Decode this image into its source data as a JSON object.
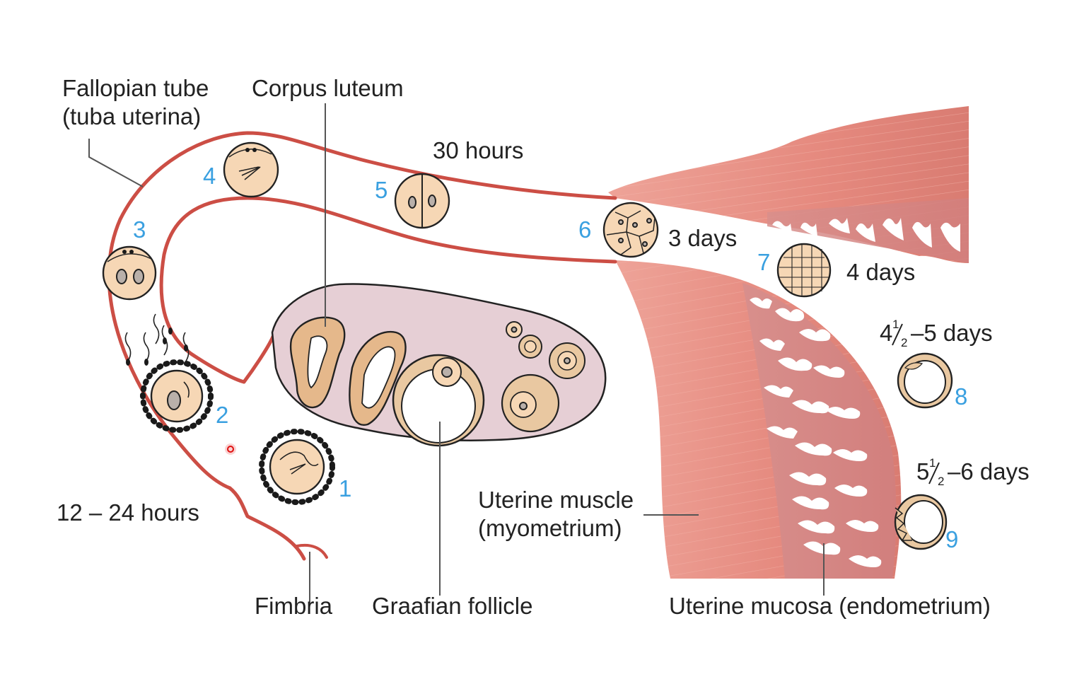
{
  "labels": {
    "fallopian_tube_line1": "Fallopian tube",
    "fallopian_tube_line2": "(tuba uterina)",
    "corpus_luteum": "Corpus luteum",
    "thirty_hours": "30 hours",
    "three_days": "3 days",
    "four_days": "4 days",
    "four_half_days_whole": "4",
    "four_half_days_rest": "–5 days",
    "five_half_days_whole": "5",
    "five_half_days_rest": "–6 days",
    "twelve_hours": "12 – 24 hours",
    "uterine_muscle_line1": "Uterine muscle",
    "uterine_muscle_line2": "(myometrium)",
    "fimbria": "Fimbria",
    "graafian_follicle": "Graafian follicle",
    "uterine_mucosa": "Uterine mucosa (endometrium)",
    "fraction_num": "1",
    "fraction_den": "2"
  },
  "stages": [
    "1",
    "2",
    "3",
    "4",
    "5",
    "6",
    "7",
    "8",
    "9"
  ],
  "colors": {
    "stage_number": "#3aa0e0",
    "tube_wall": "#cc4e45",
    "uterus_muscle": "#e08a80",
    "ovary": "#e6cfd5",
    "cell": "#f6d7b5"
  }
}
